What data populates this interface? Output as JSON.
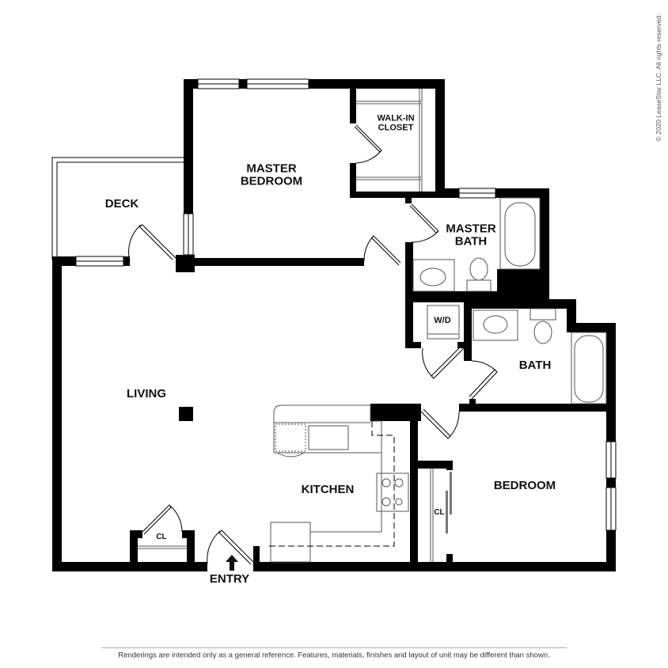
{
  "plan": {
    "wall_color": "#000000",
    "fixture_color": "#555555",
    "background": "#ffffff"
  },
  "rooms": {
    "master_bedroom": {
      "line1": "MASTER",
      "line2": "BEDROOM"
    },
    "walk_in_closet": {
      "line1": "WALK-IN",
      "line2": "CLOSET"
    },
    "deck": {
      "label": "DECK"
    },
    "master_bath": {
      "line1": "MASTER",
      "line2": "BATH"
    },
    "living": {
      "label": "LIVING"
    },
    "wd": {
      "label": "W/D"
    },
    "bath": {
      "label": "BATH"
    },
    "kitchen": {
      "label": "KITCHEN"
    },
    "bedroom": {
      "label": "BEDROOM"
    },
    "closet_living": {
      "label": "CL"
    },
    "closet_bedroom": {
      "label": "CL"
    },
    "entry": {
      "label": "ENTRY",
      "arrow": "🡩"
    }
  },
  "footer": {
    "disclaimer": "Renderings are intended only as a general reference. Features, materials, finishes and layout of unit may be different than shown.",
    "copyright": "© 2020 LeaseStar LLC. All rights reserved."
  }
}
